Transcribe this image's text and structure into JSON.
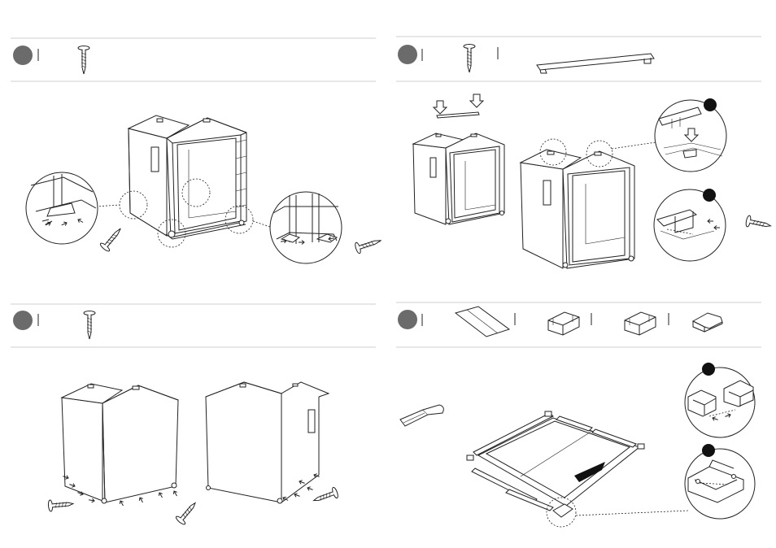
{
  "panels": [
    {
      "id": "top-left",
      "step_badge": "",
      "parts": [
        "screw-icon"
      ]
    },
    {
      "id": "top-right",
      "step_badge": "",
      "parts": [
        "screw-icon",
        "roof-beam-icon"
      ]
    },
    {
      "id": "bottom-left",
      "step_badge": "",
      "parts": [
        "screw-icon"
      ]
    },
    {
      "id": "bottom-right",
      "step_badge": "",
      "parts": [
        "floor-panel-icon",
        "connector-icon",
        "connector-icon",
        "corner-piece-icon"
      ]
    }
  ],
  "colors": {
    "badge": "#6b6b6b",
    "line": "#222222",
    "rule": "#cfcfcf",
    "accent": "#111111"
  }
}
